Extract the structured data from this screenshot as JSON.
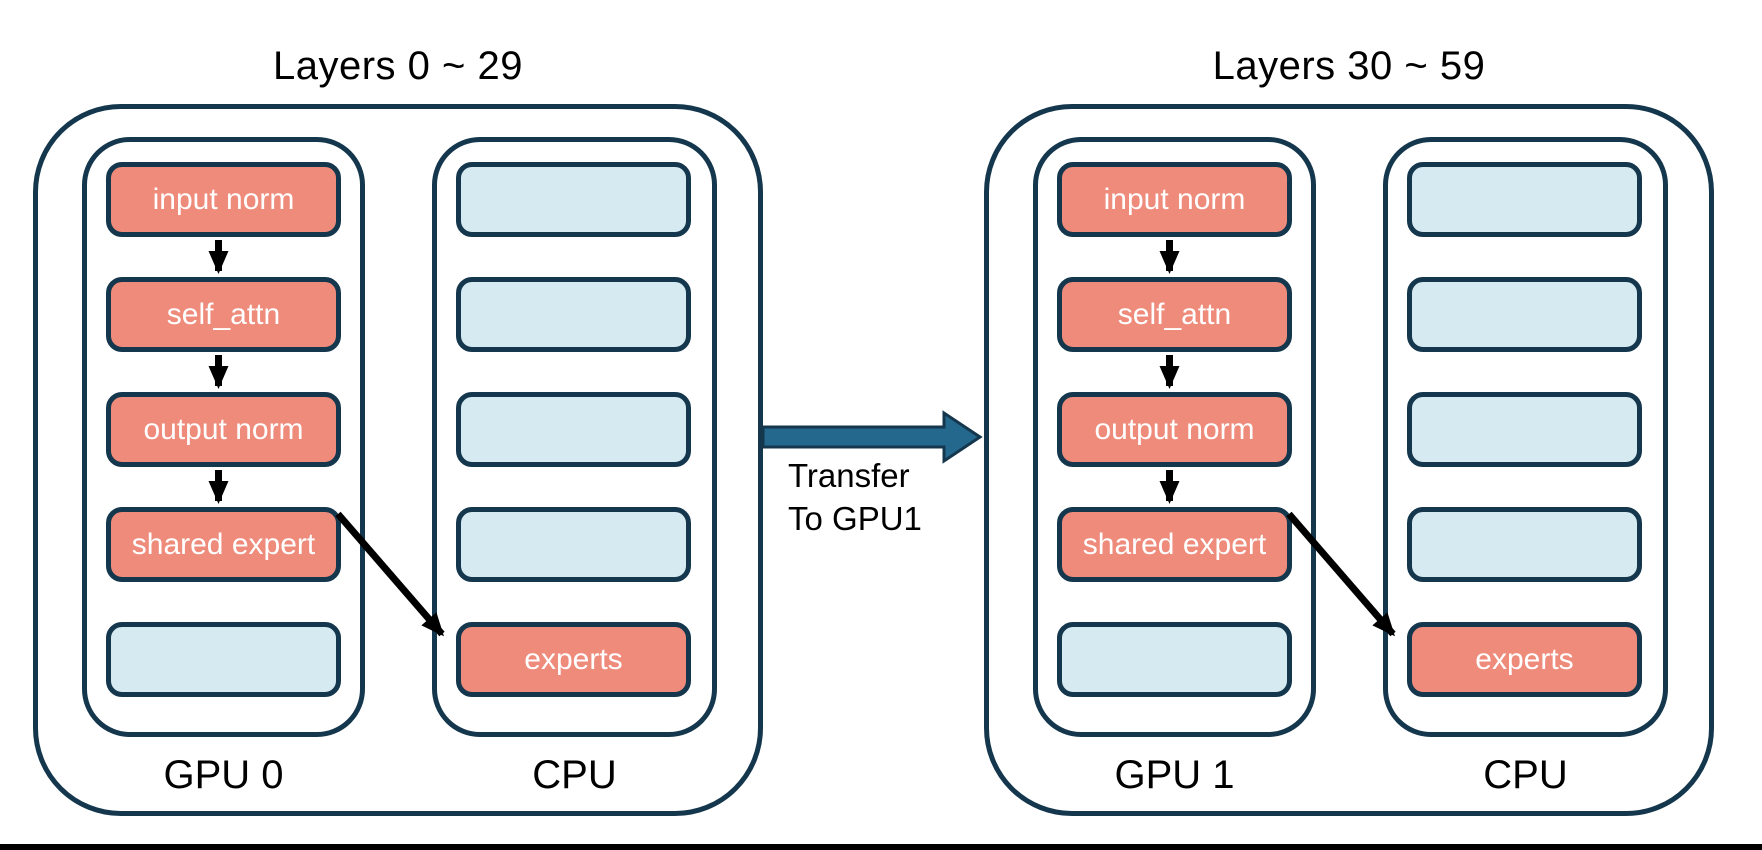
{
  "figure": {
    "groups": [
      {
        "title": "Layers 0 ~ 29",
        "gpu": {
          "label": "GPU 0",
          "boxes": [
            "input norm",
            "self_attn",
            "output norm",
            "shared expert",
            ""
          ]
        },
        "cpu": {
          "label": "CPU",
          "boxes": [
            "",
            "",
            "",
            "",
            "experts"
          ]
        }
      },
      {
        "title": "Layers 30 ~ 59",
        "gpu": {
          "label": "GPU 1",
          "boxes": [
            "input norm",
            "self_attn",
            "output norm",
            "shared expert",
            ""
          ]
        },
        "cpu": {
          "label": "CPU",
          "boxes": [
            "",
            "",
            "",
            "",
            "experts"
          ]
        }
      }
    ],
    "transfer": {
      "line1": "Transfer",
      "line2": "To GPU1"
    }
  },
  "colors": {
    "outline_navy": "#14374D",
    "active_block_salmon": "#EE8B7B",
    "idle_block_light_blue": "#D6EAF1",
    "transfer_arrow_blue": "#25688E",
    "flow_arrow_black": "#000000",
    "background": "#ffffff"
  }
}
